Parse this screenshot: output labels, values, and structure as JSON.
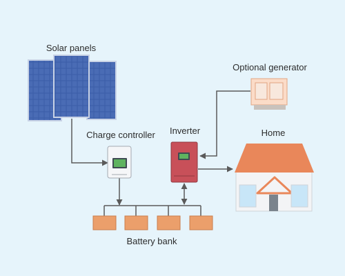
{
  "labels": {
    "solar_panels": "Solar panels",
    "charge_controller": "Charge controller",
    "inverter": "Inverter",
    "optional_generator": "Optional generator",
    "home": "Home",
    "battery_bank": "Battery bank"
  },
  "colors": {
    "background": "#e6f4fb",
    "panel_blue": "#3b5da8",
    "panel_frame": "#c9d3e6",
    "connector": "#5a5a5a",
    "inverter_red": "#c85059",
    "roof_orange": "#e9875a",
    "battery_orange": "#eb9f6b",
    "generator_peach": "#fbdcc8",
    "wall": "#f3f4f6",
    "window_blue": "#c8e6f8",
    "screen_green": "#5fb35f"
  },
  "icons": [
    "solar-panel-icon",
    "charge-controller-icon",
    "inverter-icon",
    "generator-icon",
    "house-icon",
    "battery-icon"
  ]
}
